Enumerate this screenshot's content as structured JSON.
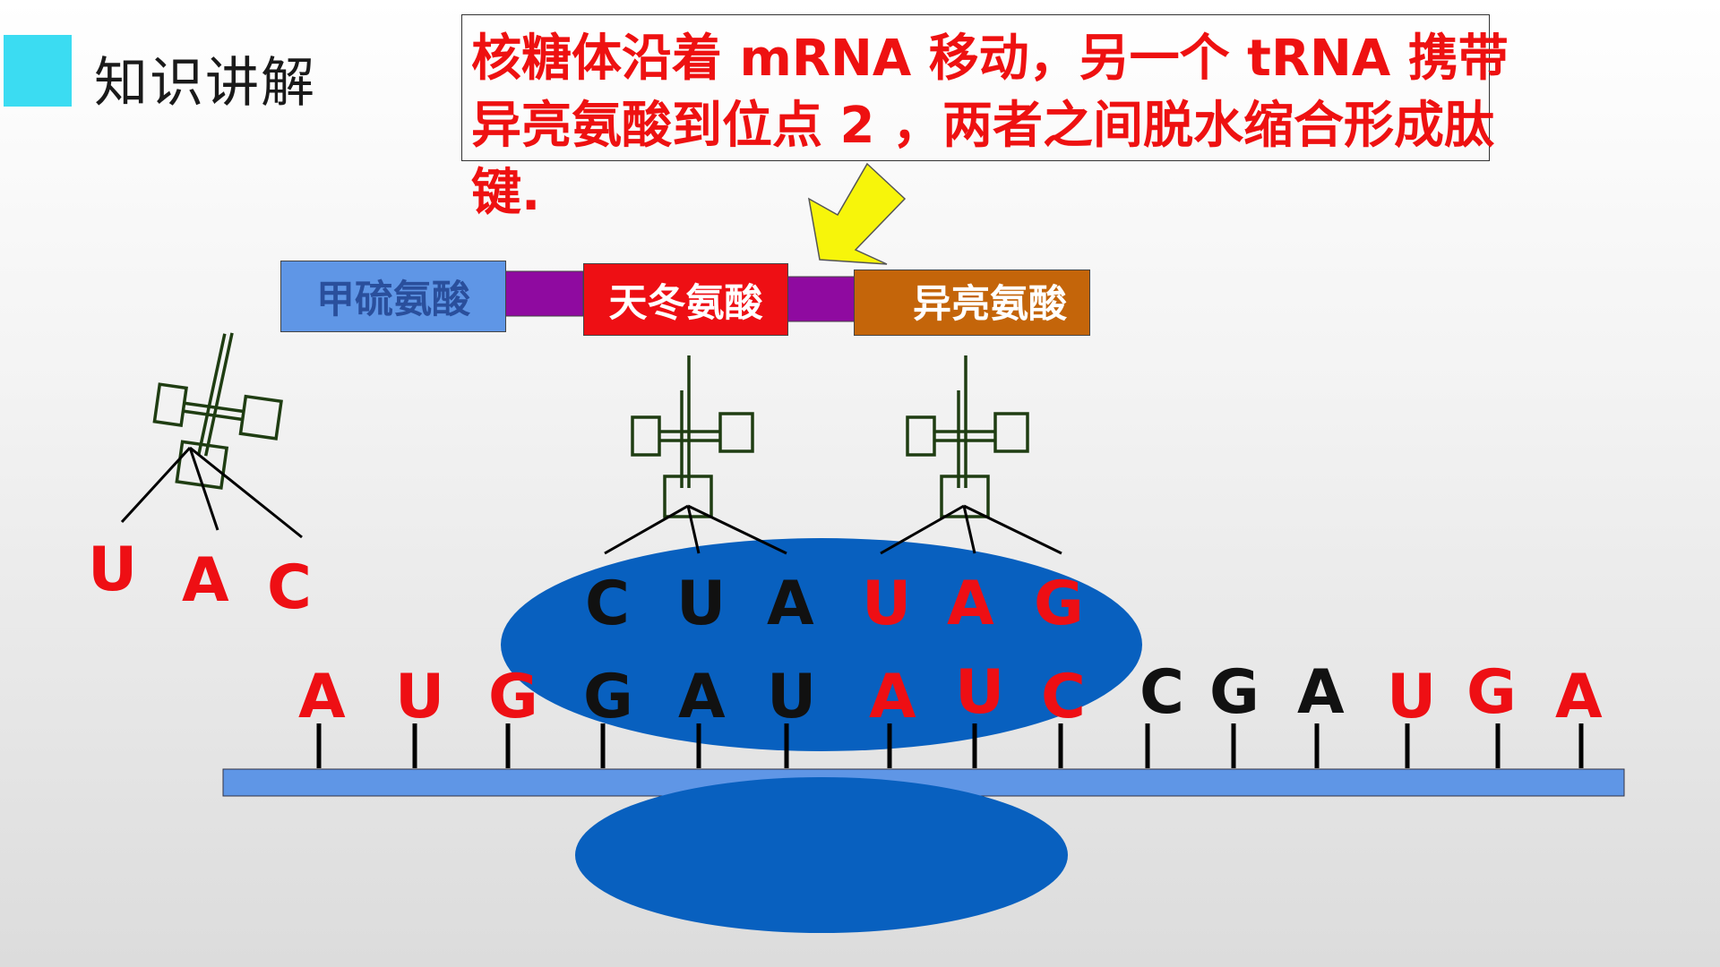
{
  "header": {
    "title": "知识讲解"
  },
  "callout": {
    "text": "核糖体沿着 mRNA 移动，另一个 tRNA 携带异亮氨酸到位点 2 ，两者之间脱水缩合形成肽键."
  },
  "amino_acids": [
    "甲硫氨酸",
    "天冬氨酸",
    "异亮氨酸"
  ],
  "free_anticodon": [
    "U",
    "A",
    "C"
  ],
  "bound_anticodons": [
    "C",
    "U",
    "A",
    "U",
    "A",
    "G"
  ],
  "mrna": [
    "A",
    "U",
    "G",
    "G",
    "A",
    "U",
    "A",
    "U",
    "C",
    "C",
    "G",
    "A",
    "U",
    "G",
    "A"
  ],
  "colors": {
    "red": "#ee0f14",
    "black": "#111111",
    "ribosome": "#0860bf",
    "mrna_strand": "#5f96e6",
    "arrow": "#f7f50a",
    "trna": "#1f3d12"
  },
  "letter_colors": {
    "free_anticodon": [
      "red",
      "red",
      "red"
    ],
    "bound_anticodons": [
      "black",
      "black",
      "black",
      "red",
      "red",
      "red"
    ],
    "mrna": [
      "red",
      "red",
      "red",
      "black",
      "black",
      "black",
      "red",
      "red",
      "red",
      "black",
      "black",
      "black",
      "red",
      "red",
      "red"
    ]
  }
}
